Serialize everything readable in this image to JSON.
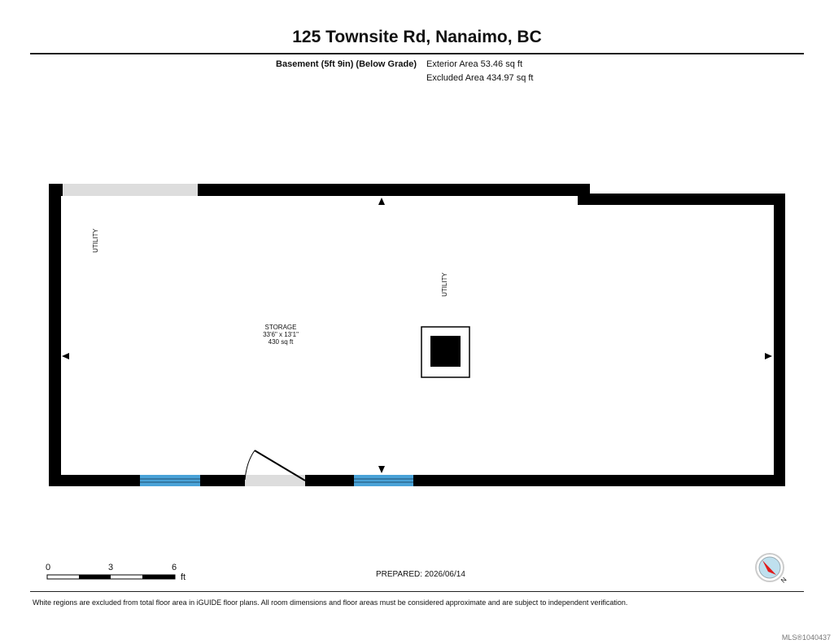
{
  "header": {
    "title": "125 Townsite Rd, Nanaimo, BC",
    "level": "Basement (5ft 9in) (Below Grade)",
    "exterior_area": "Exterior Area 53.46 sq ft",
    "excluded_area": "Excluded Area 434.97 sq ft"
  },
  "plan": {
    "room": {
      "name": "STORAGE",
      "dimensions": "33'6\" x 13'1\"",
      "area": "430 sq ft"
    },
    "labels": {
      "utility_left": "UTILITY",
      "utility_center": "UTILITY"
    },
    "colors": {
      "wall": "#000000",
      "window": "#4aa3d8",
      "opening": "#dddddd",
      "compass_needle": "#e01b1b"
    }
  },
  "scale_bar": {
    "ticks": [
      "0",
      "3",
      "6"
    ],
    "unit": "ft"
  },
  "footer": {
    "prepared": "PREPARED: 2026/06/14",
    "disclaimer": "White regions are excluded from total floor area in iGUIDE floor plans. All room dimensions and floor areas must be considered approximate and are subject to independent verification.",
    "mls": "MLS®1040437",
    "compass_label": "N"
  }
}
